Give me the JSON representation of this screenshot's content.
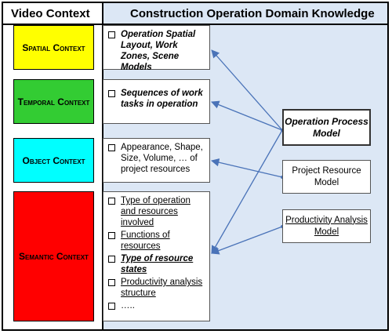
{
  "headers": {
    "left": "Video Context",
    "right": "Construction Operation Domain Knowledge"
  },
  "contexts": [
    {
      "label": "Spatial Context",
      "color": "#ffff00"
    },
    {
      "label": "Temporal Context",
      "color": "#33cc33"
    },
    {
      "label": "Object Context",
      "color": "#00ffff"
    },
    {
      "label": "Semantic Context",
      "color": "#ff0000"
    }
  ],
  "knowledge": {
    "spatial": [
      "Operation Spatial Layout, Work Zones, Scene Models"
    ],
    "temporal": [
      "Sequences of work tasks in operation"
    ],
    "object": [
      "Appearance, Shape, Size, Volume, … of project resources"
    ],
    "semantic": [
      "Type of operation and resources involved",
      "Functions of resources",
      "Type of resource states",
      "Productivity analysis structure",
      "….."
    ]
  },
  "models": {
    "operation_process": "Operation Process Model",
    "project_resource": "Project Resource Model",
    "productivity_analysis": "Productivity Analysis Model"
  },
  "colors": {
    "arrow": "#4a73b8",
    "right_panel_bg": "#dce7f5"
  }
}
